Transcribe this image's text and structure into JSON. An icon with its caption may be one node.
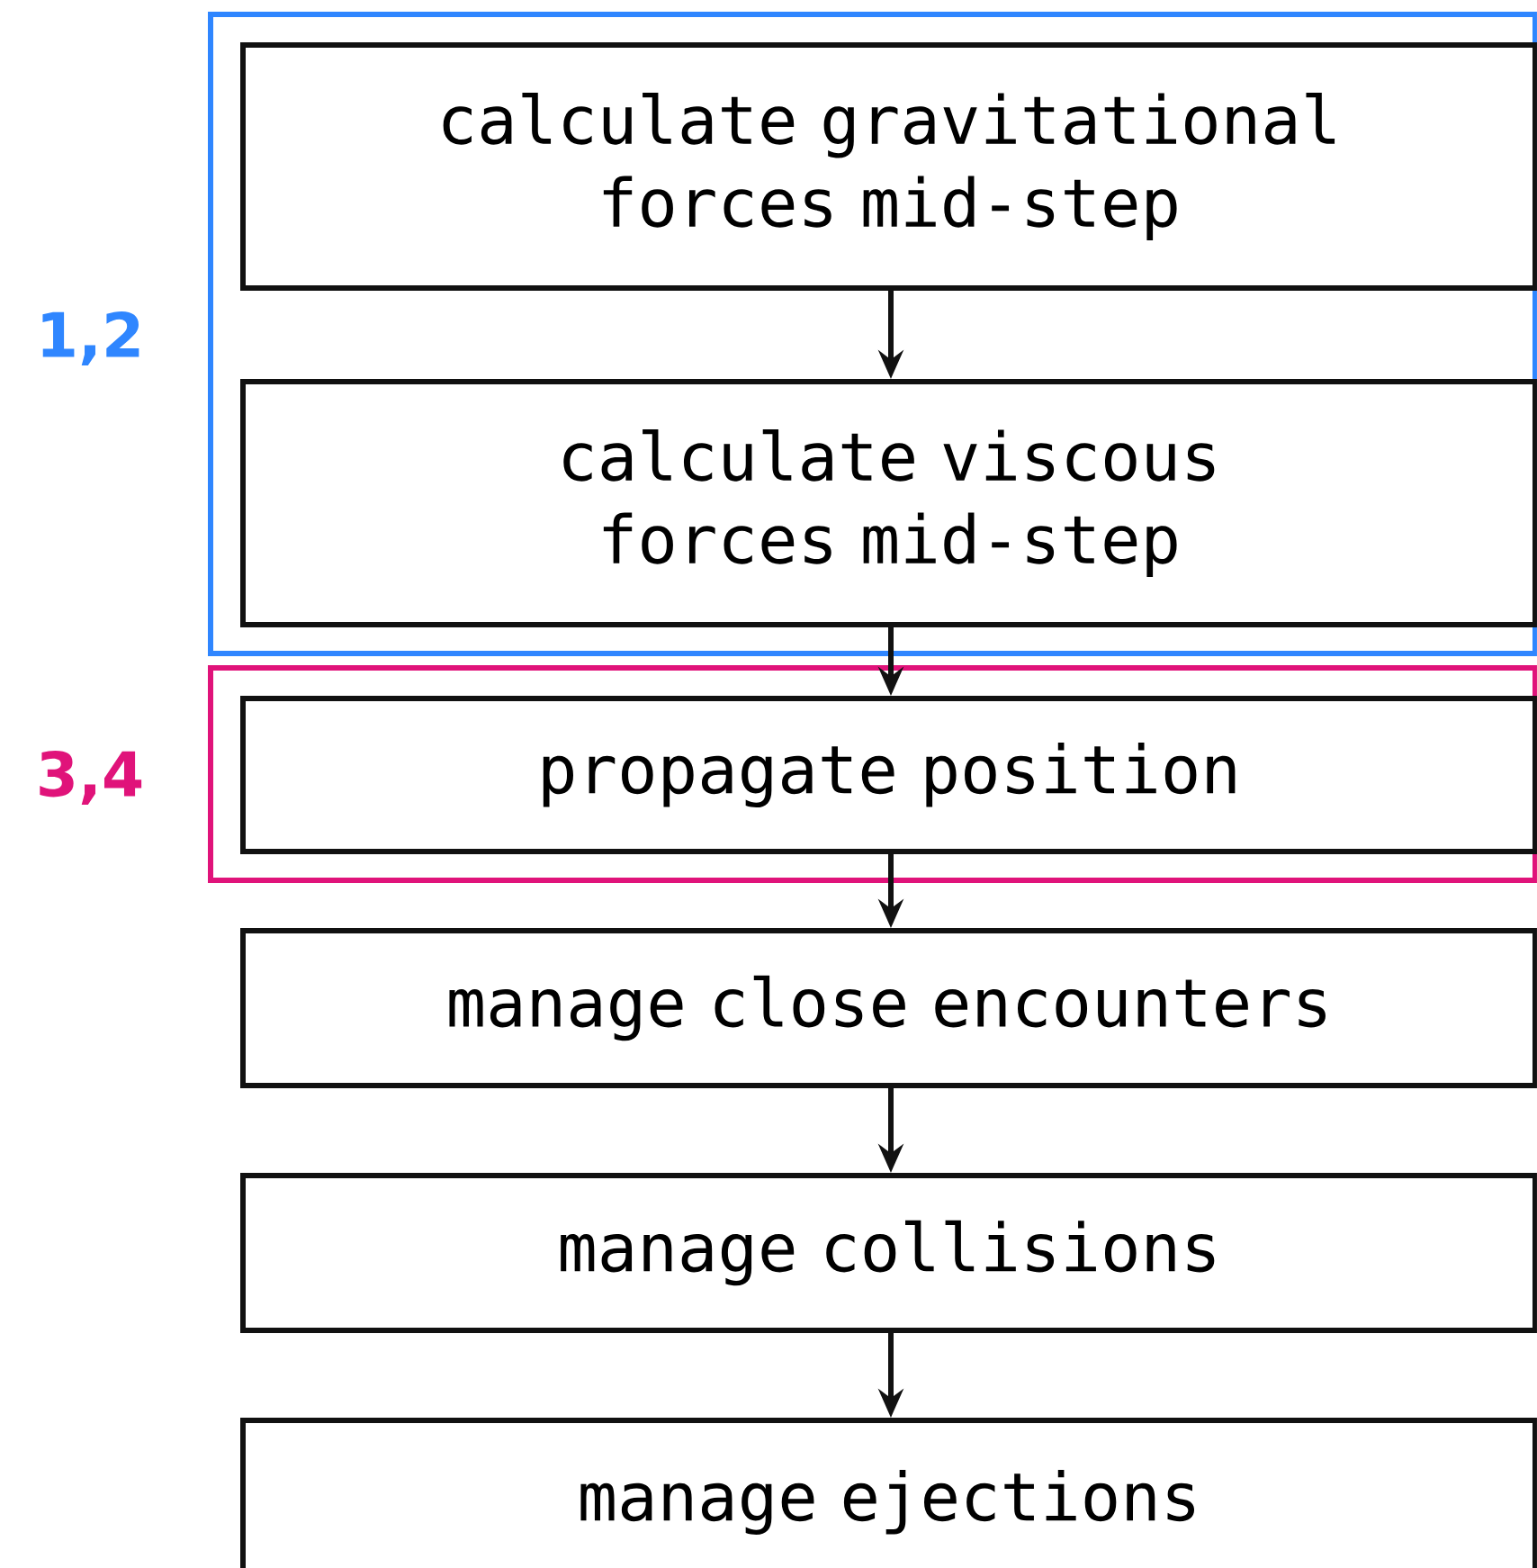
{
  "diagram": {
    "nodes": [
      {
        "text": [
          "1,2"
        ]
      },
      {
        "text": [
          "calculate gravitational forces mid-step"
        ],
        "in": 0
      },
      {
        "text": [
          "calculate viscous forces mid-step"
        ],
        "in": 0
      },
      {
        "text": [
          "3,4"
        ]
      },
      {
        "text": [
          "propagate position"
        ],
        "in": 3
      },
      {
        "text": [
          "manage close encounters"
        ]
      },
      {
        "text": [
          "manage collisions"
        ]
      },
      {
        "text": [
          "manage ejections"
        ]
      }
    ],
    "edges": [
      {
        "from": 1,
        "to": 2,
        "arrow": "to"
      },
      {
        "from": 2,
        "to": 4,
        "arrow": "to"
      },
      {
        "from": 4,
        "to": 5,
        "arrow": "to"
      },
      {
        "from": 5,
        "to": 6,
        "arrow": "to"
      },
      {
        "from": 6,
        "to": 7,
        "arrow": "to"
      }
    ]
  }
}
